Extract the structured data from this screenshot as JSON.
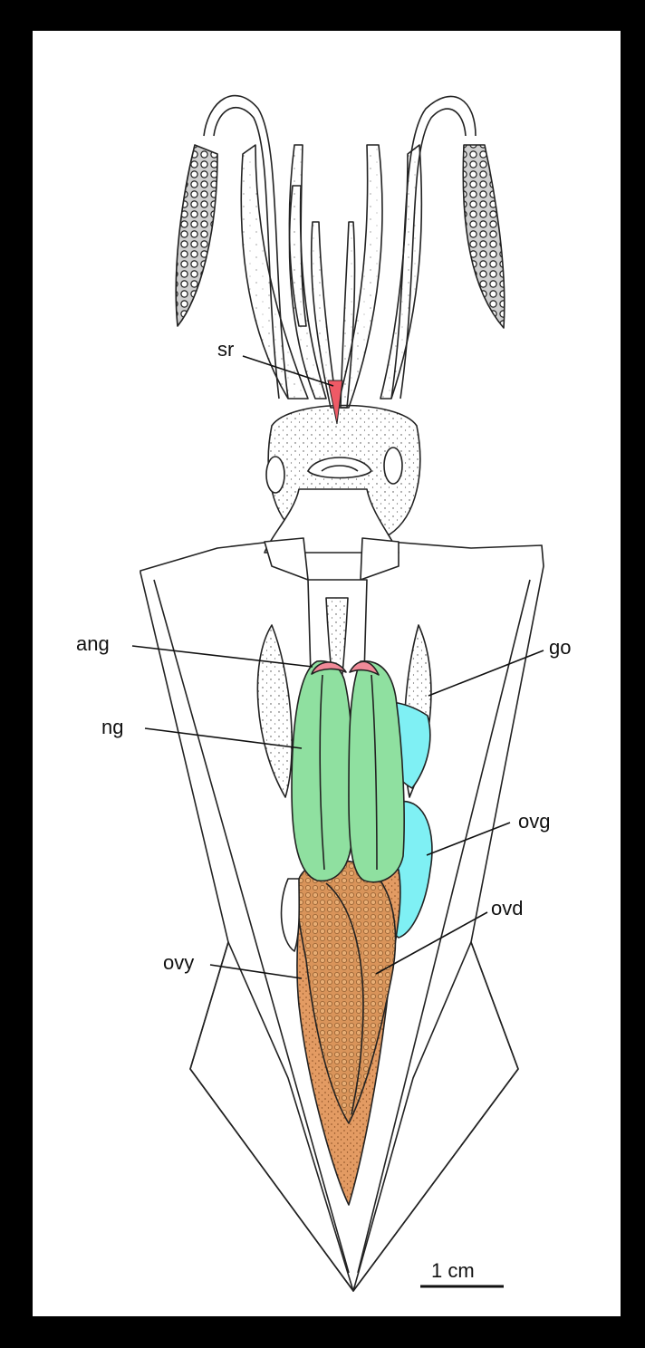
{
  "figure": {
    "labels": {
      "sr": "sr",
      "ang": "ang",
      "go": "go",
      "ng": "ng",
      "ovg": "ovg",
      "ovd": "ovd",
      "ovy": "ovy"
    },
    "scale_bar": "1 cm",
    "colors": {
      "spermatheca_receptacle": "#ee5a66",
      "accessory_nidamental_gland": "#f08a98",
      "nidamental_gland": "#8fe0a0",
      "oviducal_gland_and_gonoduct": "#7ff0f4",
      "ovary": "#d9945a",
      "frame": "#000000",
      "background": "#ffffff"
    }
  }
}
